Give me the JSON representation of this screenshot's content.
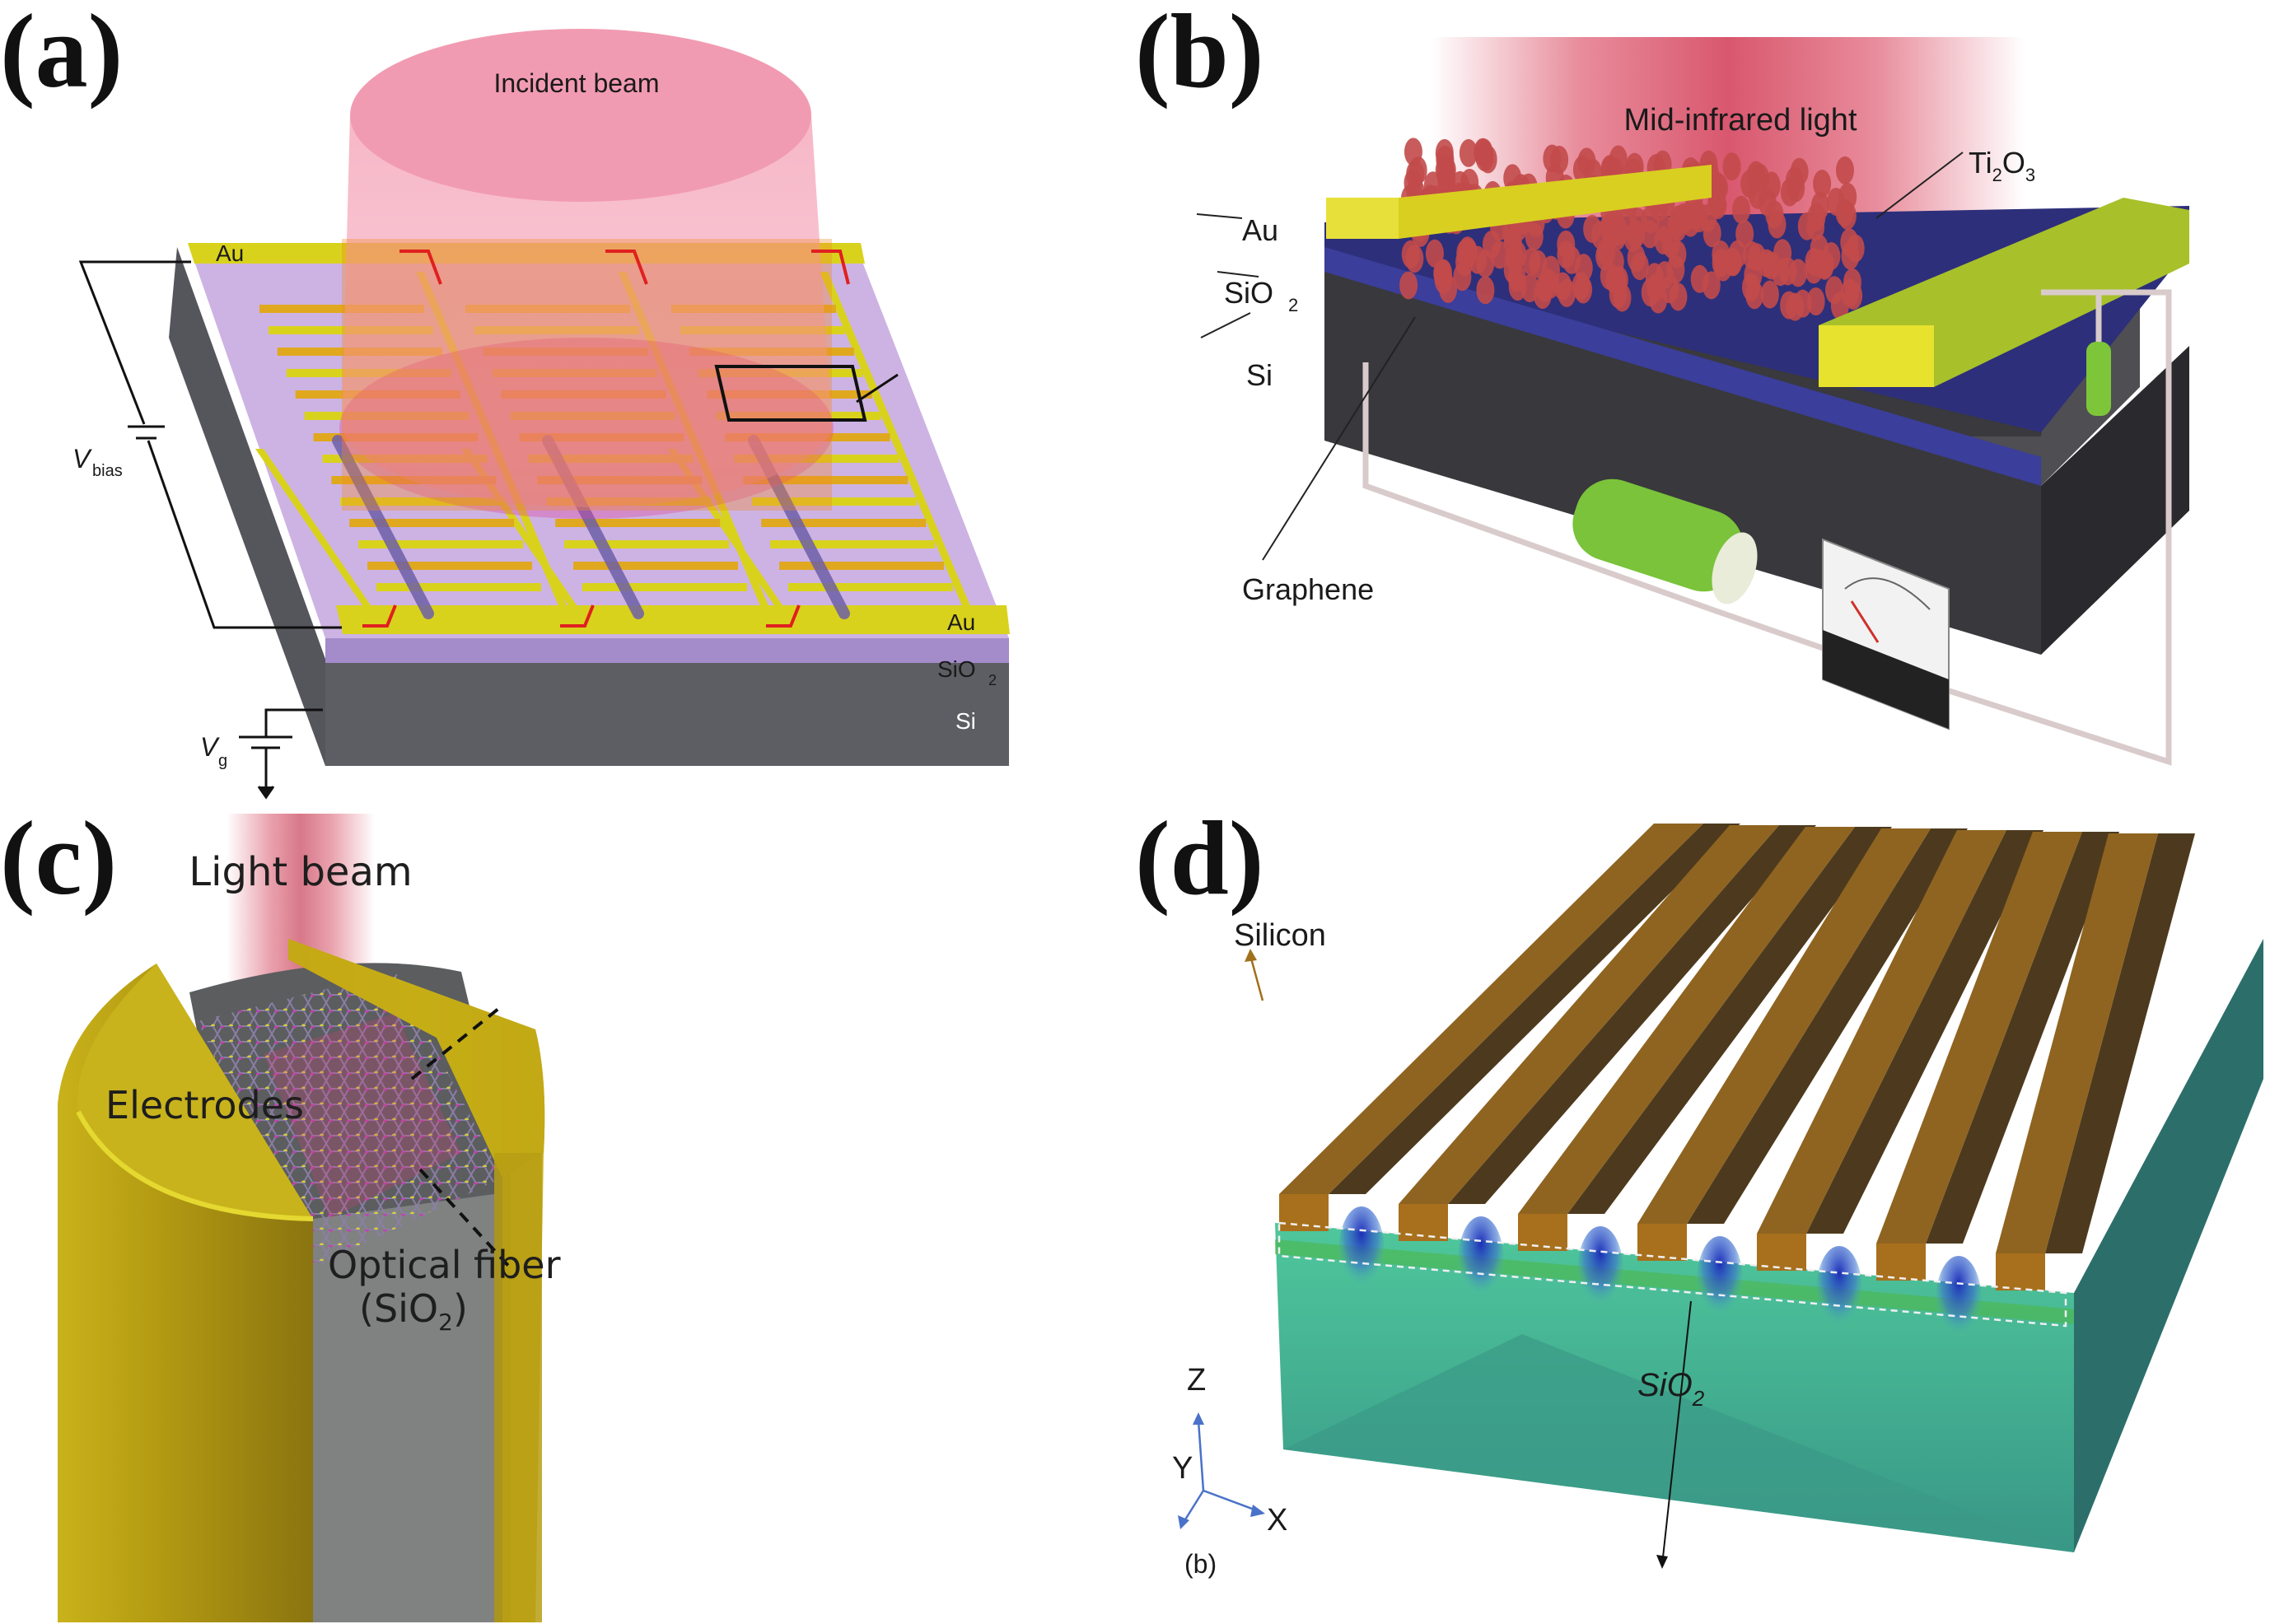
{
  "figure": {
    "panels": [
      {
        "id": "a",
        "label": "(a)",
        "beam_label": "Incident beam",
        "layers": {
          "top_electrode": "Au",
          "bottom_electrode": "Au",
          "oxide": "SiO",
          "oxide_sub": "2",
          "substrate": "Si"
        },
        "bias": {
          "symbol": "V",
          "sub": "bias"
        },
        "gate": {
          "symbol": "V",
          "sub": "g"
        }
      },
      {
        "id": "b",
        "label": "(b)",
        "beam_label": "Mid-infrared light",
        "material": {
          "base": "Ti",
          "sub1": "2",
          "mid": "O",
          "sub2": "3"
        },
        "layers": {
          "electrode": "Au",
          "oxide": "SiO",
          "oxide_sub": "2",
          "substrate": "Si"
        },
        "graphene_label": "Graphene"
      },
      {
        "id": "c",
        "label": "(c)",
        "beam_label": "Light beam",
        "electrodes_label": "Electrodes",
        "fiber_label": "Optical fiber",
        "fiber_material": {
          "open": "(SiO",
          "sub": "2",
          "close": ")"
        }
      },
      {
        "id": "d",
        "label": "(d)",
        "grating_label": "Silicon",
        "substrate": {
          "base": "SiO",
          "sub": "2"
        },
        "axes": {
          "z": "Z",
          "y": "Y",
          "x": "X"
        },
        "sublabel": "(b)"
      }
    ],
    "colors": {
      "gold": "#d9d21c",
      "orange_overlay": "#f08a24",
      "beam_pink": "#f4a0b5",
      "sio2_lavender": "#c9aee0",
      "si_gray": "#5b5b62",
      "ti2o3_red": "#c24a4a",
      "oxide_blue": "#3b3e9a",
      "silicon_brown": "#a8701c",
      "field_teal": "#3fa592"
    }
  }
}
